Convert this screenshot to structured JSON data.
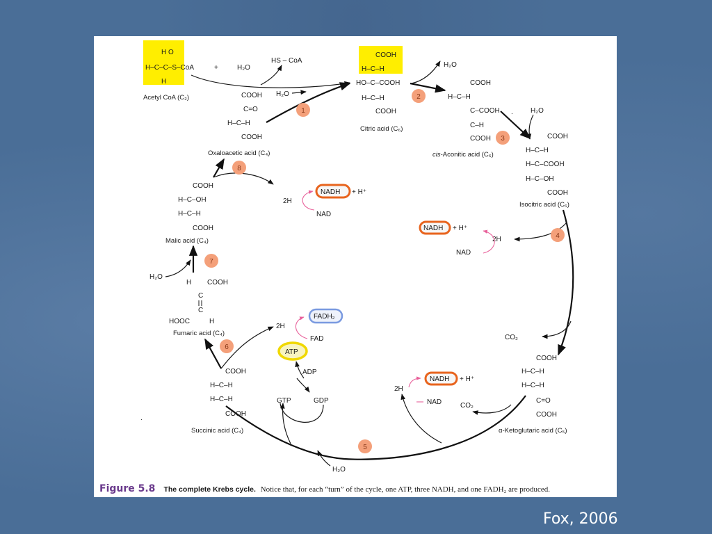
{
  "slide": {
    "background_color": "#4a6e97",
    "credit": "Fox, 2006"
  },
  "figure": {
    "caption": {
      "number": "Figure 5.8",
      "title": "The complete Krebs cycle.",
      "text": "Notice that, for each “turn” of the cycle, one ATP, three NADH, and one FADH₂ are produced."
    },
    "colors": {
      "highlight": "#ffee00",
      "step_badge": "#f4a07a",
      "nadh_ring": "#e8641e",
      "fadh2_ring": "#7a9ae0",
      "atp_ring": "#f0d800",
      "reduction_arrow": "#e8609a",
      "caption_number": "#6a3a8c"
    },
    "molecules": {
      "acetyl_coa": {
        "name": "Acetyl CoA (C₂)",
        "row1": "H   O",
        "row2": "H–C–C–S–CoA",
        "row3": "H",
        "plus": "+",
        "water": "H₂O"
      },
      "hs_coa": "HS – CoA",
      "citric": {
        "name": "Citric acid (C₆)",
        "rows": [
          "COOH",
          "H–C–H",
          "HO–C–COOH",
          "H–C–H",
          "COOH"
        ]
      },
      "cis_aconitic": {
        "name_italic": "cis",
        "name_rest": "-Aconitic acid (C₆)",
        "rows": [
          "COOH",
          "H–C–H",
          "C–COOH",
          "C–H",
          "COOH"
        ]
      },
      "isocitric": {
        "name": "Isocitric acid (C₆)",
        "rows": [
          "COOH",
          "H–C–H",
          "H–C–COOH",
          "H–C–OH",
          "COOH"
        ]
      },
      "a_ketoglutaric": {
        "name": "α-Ketoglutaric acid (C₅)",
        "rows": [
          "COOH",
          "H–C–H",
          "H–C–H",
          "C=O",
          "COOH"
        ]
      },
      "succinic": {
        "name": "Succinic acid (C₄)",
        "rows": [
          "COOH",
          "H–C–H",
          "H–C–H",
          "COOH"
        ]
      },
      "fumaric": {
        "name": "Fumaric acid (C₄)",
        "rows": [
          "H      COOH",
          "C",
          "C",
          "HOOC      H"
        ]
      },
      "malic": {
        "name": "Malic acid (C₄)",
        "rows": [
          "COOH",
          "H–C–OH",
          "H–C–H",
          "COOH"
        ]
      },
      "oxaloacetic": {
        "name": "Oxaloacetic acid (C₄)",
        "rows": [
          "COOH",
          "C=O",
          "H–C–H",
          "COOH"
        ]
      }
    },
    "small_labels": {
      "h2o": "H₂O",
      "co2": "CO₂",
      "two_h": "2H",
      "nad": "NAD",
      "nadh": "NADH",
      "h_plus": "+ H⁺",
      "fad": "FAD",
      "fadh2": "FADH₂",
      "atp": "ATP",
      "adp": "ADP",
      "gtp": "GTP",
      "gdp": "GDP"
    },
    "steps": [
      "1",
      "2",
      "3",
      "4",
      "5",
      "6",
      "7",
      "8"
    ]
  }
}
